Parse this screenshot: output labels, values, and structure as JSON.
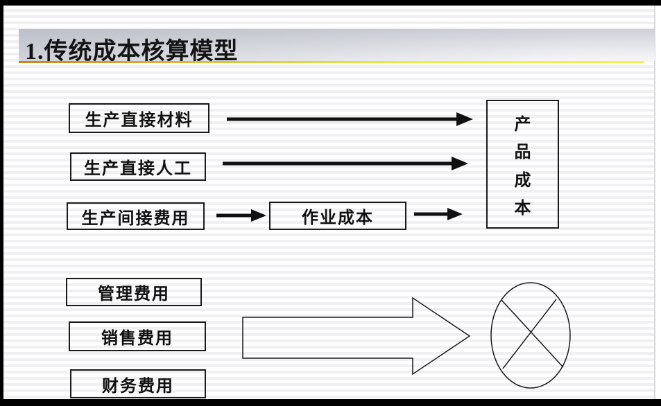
{
  "slide": {
    "title": "1.传统成本核算模型",
    "top_boxes": [
      {
        "label": "生产直接材料"
      },
      {
        "label": "生产直接人工"
      },
      {
        "label": "生产间接费用"
      }
    ],
    "middle_box": {
      "label": "作业成本"
    },
    "product_box": {
      "label": "产品成本",
      "chars": [
        "产",
        "品",
        "成",
        "本"
      ]
    },
    "bottom_boxes": [
      {
        "label": "管理费用"
      },
      {
        "label": "销售费用"
      },
      {
        "label": "财务费用"
      }
    ],
    "icons": {
      "flow_arrow": "solid-right-arrow",
      "big_arrow": "outlined-right-block-arrow",
      "excluded_circle": "crossed-out-circle"
    },
    "colors": {
      "frame": "#000000",
      "underline_start": "#c9841c",
      "underline_end": "#f2f24e",
      "band_gray": "#cbcdd5",
      "stripe": "#f0f0f3",
      "shape_stroke": "#1a1a1a"
    }
  }
}
